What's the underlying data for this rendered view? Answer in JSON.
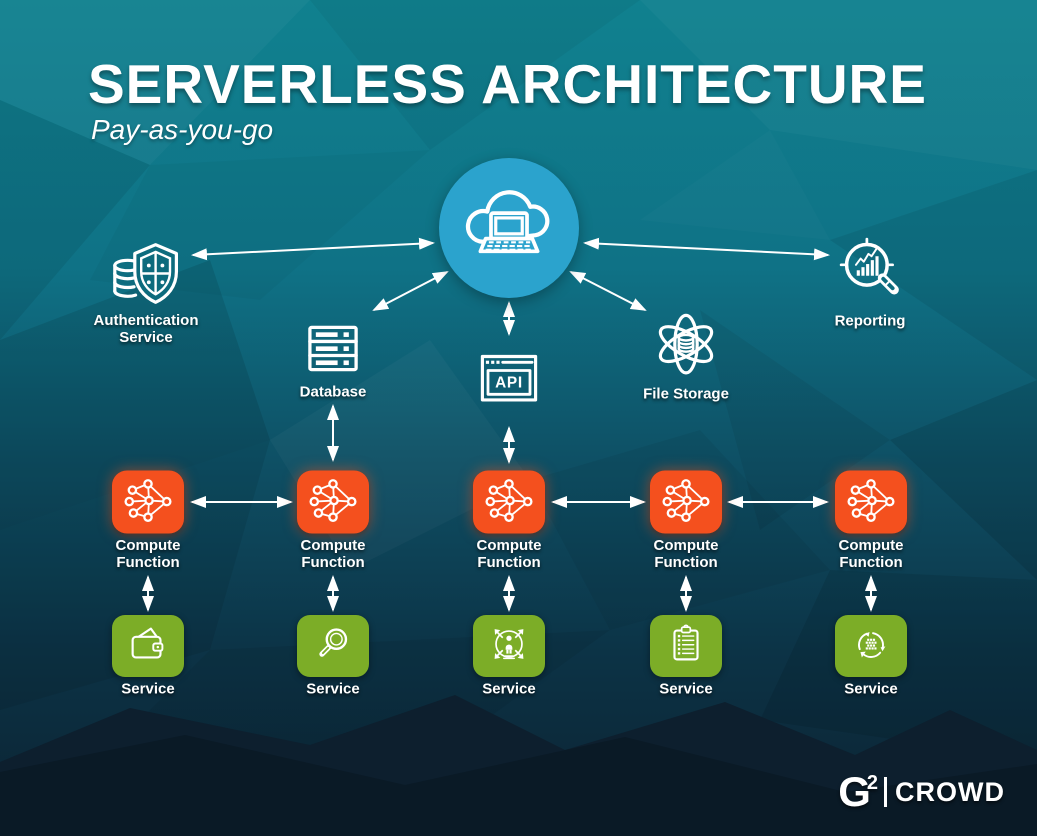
{
  "title": "SERVERLESS ARCHITECTURE",
  "subtitle": "Pay-as-you-go",
  "colors": {
    "cloud_blue": "#2BA3CD",
    "compute_orange": "#F4501E",
    "service_green": "#7CAD27",
    "background_teal_top": "#10818F",
    "background_navy_bottom": "#0B2231",
    "line_white": "#FFFFFF"
  },
  "cloud": {
    "icon": "cloud-laptop-icon"
  },
  "services_top": [
    {
      "id": "auth",
      "label": "Authentication Service",
      "icon": "shield-security-icon"
    },
    {
      "id": "database",
      "label": "Database",
      "icon": "server-stack-icon"
    },
    {
      "id": "api",
      "label": "API",
      "icon": "api-browser-icon"
    },
    {
      "id": "file_storage",
      "label": "File Storage",
      "icon": "atom-storage-icon"
    },
    {
      "id": "reporting",
      "label": "Reporting",
      "icon": "magnifier-analytics-icon"
    }
  ],
  "compute": {
    "label": "Compute Function",
    "icon": "network-nodes-icon",
    "count": 5
  },
  "services_bottom": {
    "label": "Service",
    "items": [
      {
        "icon": "wallet-icon"
      },
      {
        "icon": "magnifier-icon"
      },
      {
        "icon": "scale-user-icon"
      },
      {
        "icon": "clipboard-icon"
      },
      {
        "icon": "data-sync-icon"
      }
    ]
  },
  "footer": {
    "logo_g": "G",
    "logo_sup": "2",
    "logo_text": "CROWD"
  }
}
